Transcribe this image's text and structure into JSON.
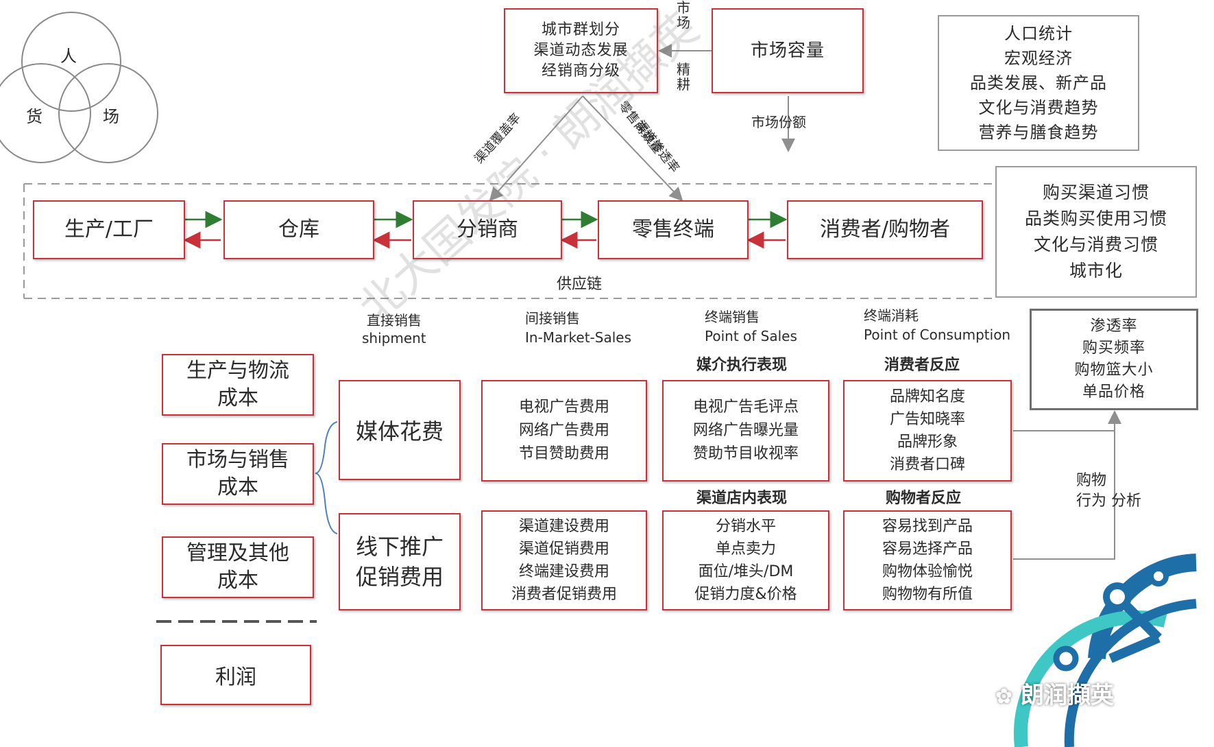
{
  "venn": {
    "top": "人",
    "left": "货",
    "right": "场"
  },
  "top": {
    "city_box": [
      "城市群划分",
      "渠道动态发展",
      "经销商分级"
    ],
    "market_capacity": "市场容量",
    "arrow_label_chars": [
      "市",
      "场",
      "精",
      "耕"
    ],
    "market_share": "市场份额",
    "left_diag_label": "渠道覆盖率",
    "right_diag_label": [
      "零售商数量",
      "渠道渗透率"
    ],
    "macro_box": [
      "人口统计",
      "宏观经济",
      "品类发展、新产品",
      "文化与消费趋势",
      "营养与膳食趋势"
    ],
    "habit_box": [
      "购买渠道习惯",
      "品类购买使用习惯",
      "文化与消费习惯",
      "城市化"
    ]
  },
  "supply_chain": {
    "nodes": [
      "生产/工厂",
      "仓库",
      "分销商",
      "零售终端",
      "消费者/购物者"
    ],
    "label": "供应链"
  },
  "sales_headers": [
    {
      "cn": "直接销售",
      "en": "shipment"
    },
    {
      "cn": "间接销售",
      "en": "In-Market-Sales"
    },
    {
      "cn": "终端销售",
      "en": "Point of Sales"
    },
    {
      "cn": "终端消耗",
      "en": "Point of Consumption"
    }
  ],
  "performance_box": [
    "渗透率",
    "购买频率",
    "购物篮大小",
    "单品价格"
  ],
  "purchase_analysis": [
    "购物",
    "行为 分析"
  ],
  "cost_boxes": [
    [
      "生产与物流",
      "成本"
    ],
    [
      "市场与销售",
      "成本"
    ],
    [
      "管理及其他",
      "成本"
    ]
  ],
  "profit": "利润",
  "spend": {
    "media": "媒体花费",
    "offline": [
      "线下推广",
      "促销费用"
    ]
  },
  "section_titles": {
    "media_exec": "媒介执行表现",
    "consumer_resp": "消费者反应",
    "channel_exec": "渠道店内表现",
    "shopper_resp": "购物者反应"
  },
  "media_costs": [
    "电视广告费用",
    "网络广告费用",
    "节目赞助费用"
  ],
  "media_exec_items": [
    "电视广告毛评点",
    "网络广告曝光量",
    "赞助节目收视率"
  ],
  "consumer_resp_items": [
    "品牌知名度",
    "广告知晓率",
    "品牌形象",
    "消费者口碑"
  ],
  "channel_costs": [
    "渠道建设费用",
    "渠道促销费用",
    "终端建设费用",
    "消费者促销费用"
  ],
  "channel_exec_items": [
    "分销水平",
    "单点卖力",
    "面位/堆头/DM",
    "促销力度&价格"
  ],
  "shopper_resp_items": [
    "容易找到产品",
    "容易选择产品",
    "购物体验愉悦",
    "购物物有所值"
  ],
  "watermark": "北大国发院 · 朗润擷英",
  "brand": "朗润擷英",
  "colors": {
    "red_border": "#c8303a",
    "gray_border": "#9a9a9a",
    "arrow_green": "#2e7d32",
    "arrow_red": "#c8303a",
    "logo_blue": "#1e6fa8",
    "logo_teal": "#3ec7c5"
  }
}
